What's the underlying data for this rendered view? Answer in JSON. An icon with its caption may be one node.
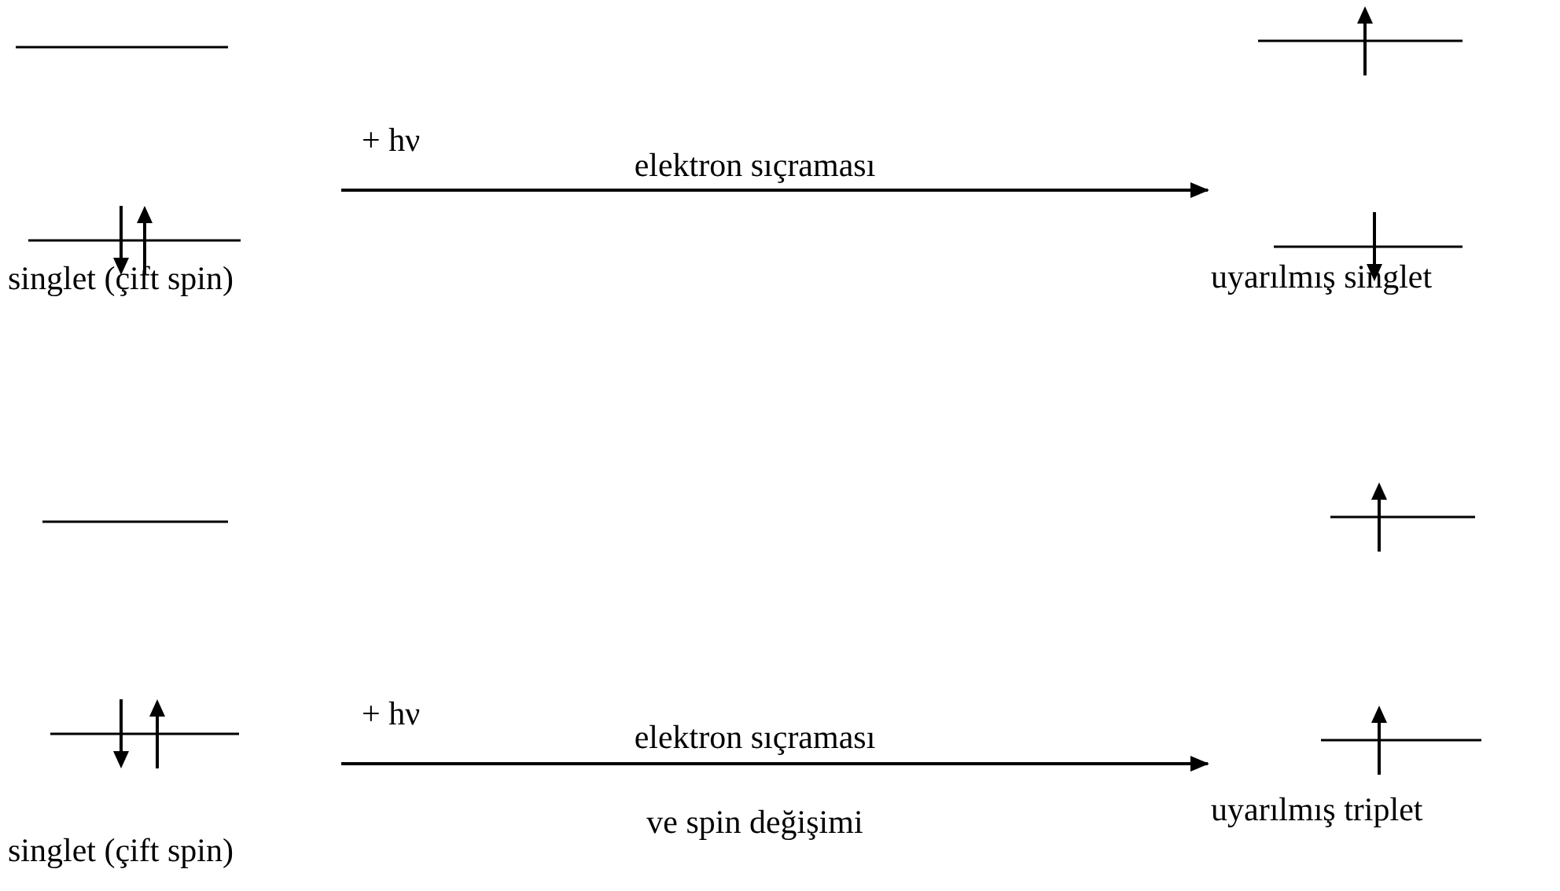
{
  "diagram": {
    "nodes": [
      {
        "text": [
          "singlet (çift spin)"
        ]
      },
      {
        "text": [
          "uyarılmış singlet"
        ]
      },
      {
        "text": [
          "singlet (çift spin)"
        ]
      },
      {
        "text": [
          "uyarılmış triplet"
        ]
      }
    ],
    "edges": [
      {
        "from": 0,
        "to": 1,
        "arrow": "to",
        "label": "elektron sıçraması"
      },
      {
        "from": 2,
        "to": 3,
        "arrow": "to",
        "label": "elektron sıçraması ve spin değişimi"
      }
    ],
    "labels": [
      "+ hν",
      "+ hν"
    ]
  }
}
